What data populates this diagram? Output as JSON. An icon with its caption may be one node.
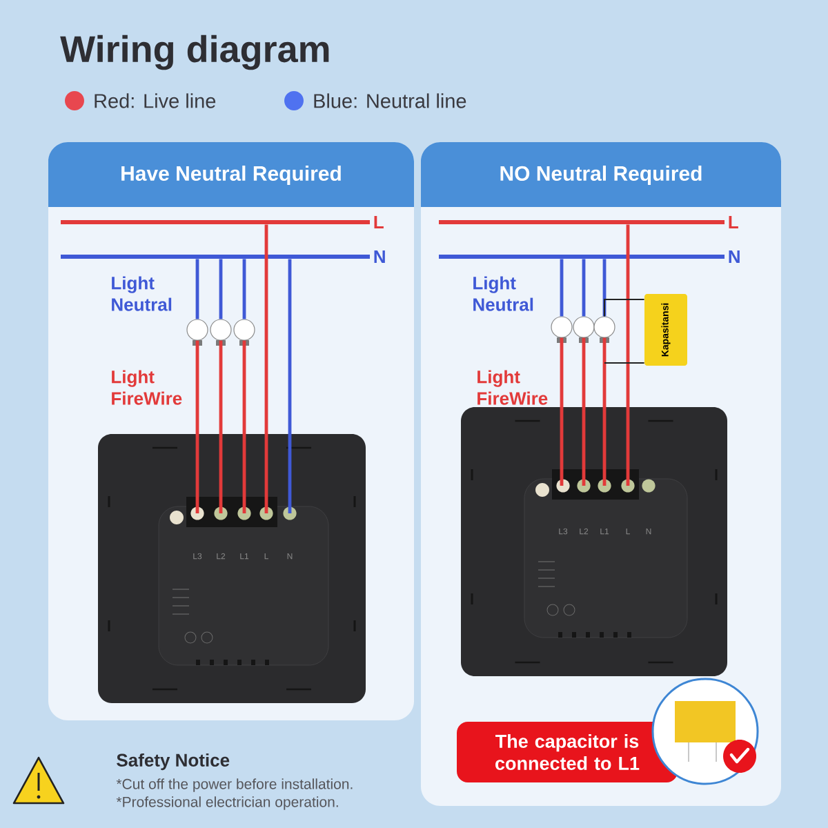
{
  "diagram": {
    "title": "Wiring diagram",
    "nodes": [
      {
        "text": [
          "Have Neutral Required"
        ]
      },
      {
        "text": [
          "NO Neutral Required"
        ]
      },
      {
        "text": [
          "L"
        ],
        "in": 0
      },
      {
        "text": [
          "N"
        ],
        "in": 0
      },
      {
        "text": [],
        "shape": "circle",
        "in": 0
      },
      {
        "text": [],
        "shape": "circle",
        "in": 0
      },
      {
        "text": [],
        "shape": "circle",
        "in": 0
      },
      {
        "text": [],
        "shape": "picture",
        "in": 0
      },
      {
        "text": [
          "L"
        ],
        "in": 1
      },
      {
        "text": [
          "N"
        ],
        "in": 1
      },
      {
        "text": [],
        "shape": "circle",
        "in": 1
      },
      {
        "text": [],
        "shape": "circle",
        "in": 1
      },
      {
        "text": [],
        "shape": "circle",
        "in": 1
      },
      {
        "text": [
          "Kapasitansi"
        ],
        "in": 1
      },
      {
        "text": [],
        "shape": "picture",
        "in": 1
      },
      {
        "text": [
          "The capacitor is connected to L1"
        ],
        "in": 1
      },
      {
        "text": [],
        "shape": "picture",
        "in": 1
      }
    ],
    "edges": [
      {
        "from": 3,
        "to": 4,
        "arrow": "none",
        "color": "#3f59d6"
      },
      {
        "from": 3,
        "to": 5,
        "arrow": "none",
        "color": "#3f59d6"
      },
      {
        "from": 3,
        "to": 6,
        "arrow": "none",
        "color": "#3f59d6"
      },
      {
        "from": 4,
        "to": 7,
        "arrow": "none"
      },
      {
        "from": 5,
        "to": 7,
        "arrow": "none"
      },
      {
        "from": 6,
        "to": 7,
        "arrow": "none"
      },
      {
        "from": 2,
        "to": 7,
        "arrow": "none"
      },
      {
        "from": 3,
        "to": 7,
        "arrow": "none",
        "color": "#3f59d6"
      },
      {
        "from": 9,
        "to": 10,
        "arrow": "none",
        "color": "#3f59d6"
      },
      {
        "from": 9,
        "to": 11,
        "arrow": "none",
        "color": "#3f59d6"
      },
      {
        "from": 9,
        "to": 12,
        "arrow": "none",
        "color": "#3f59d6"
      },
      {
        "from": 10,
        "to": 14,
        "arrow": "none"
      },
      {
        "from": 11,
        "to": 14,
        "arrow": "none"
      },
      {
        "from": 12,
        "to": 14,
        "arrow": "none"
      },
      {
        "from": 8,
        "to": 14,
        "arrow": "none"
      },
      {
        "from": 13,
        "to": 12,
        "arrow": "none",
        "color": "#222222"
      },
      {
        "from": 13,
        "to": 12,
        "arrow": "none",
        "color": "#222222"
      }
    ],
    "labels": [
      "Light Neutral",
      "Light FireWire",
      "L3",
      "L2",
      "L1",
      "L",
      "N",
      "Light Neutral",
      "Light FireWire",
      "L3",
      "L2",
      "L1",
      "L",
      "N",
      "Safety Notice",
      "*Cut off the power before installation.",
      "*Professional electrician operation."
    ],
    "legend": [
      {
        "text": "Red: Live line",
        "color": "#e8474f"
      },
      {
        "text": "Blue: Neutral line",
        "color": "#4f72f0"
      }
    ]
  }
}
